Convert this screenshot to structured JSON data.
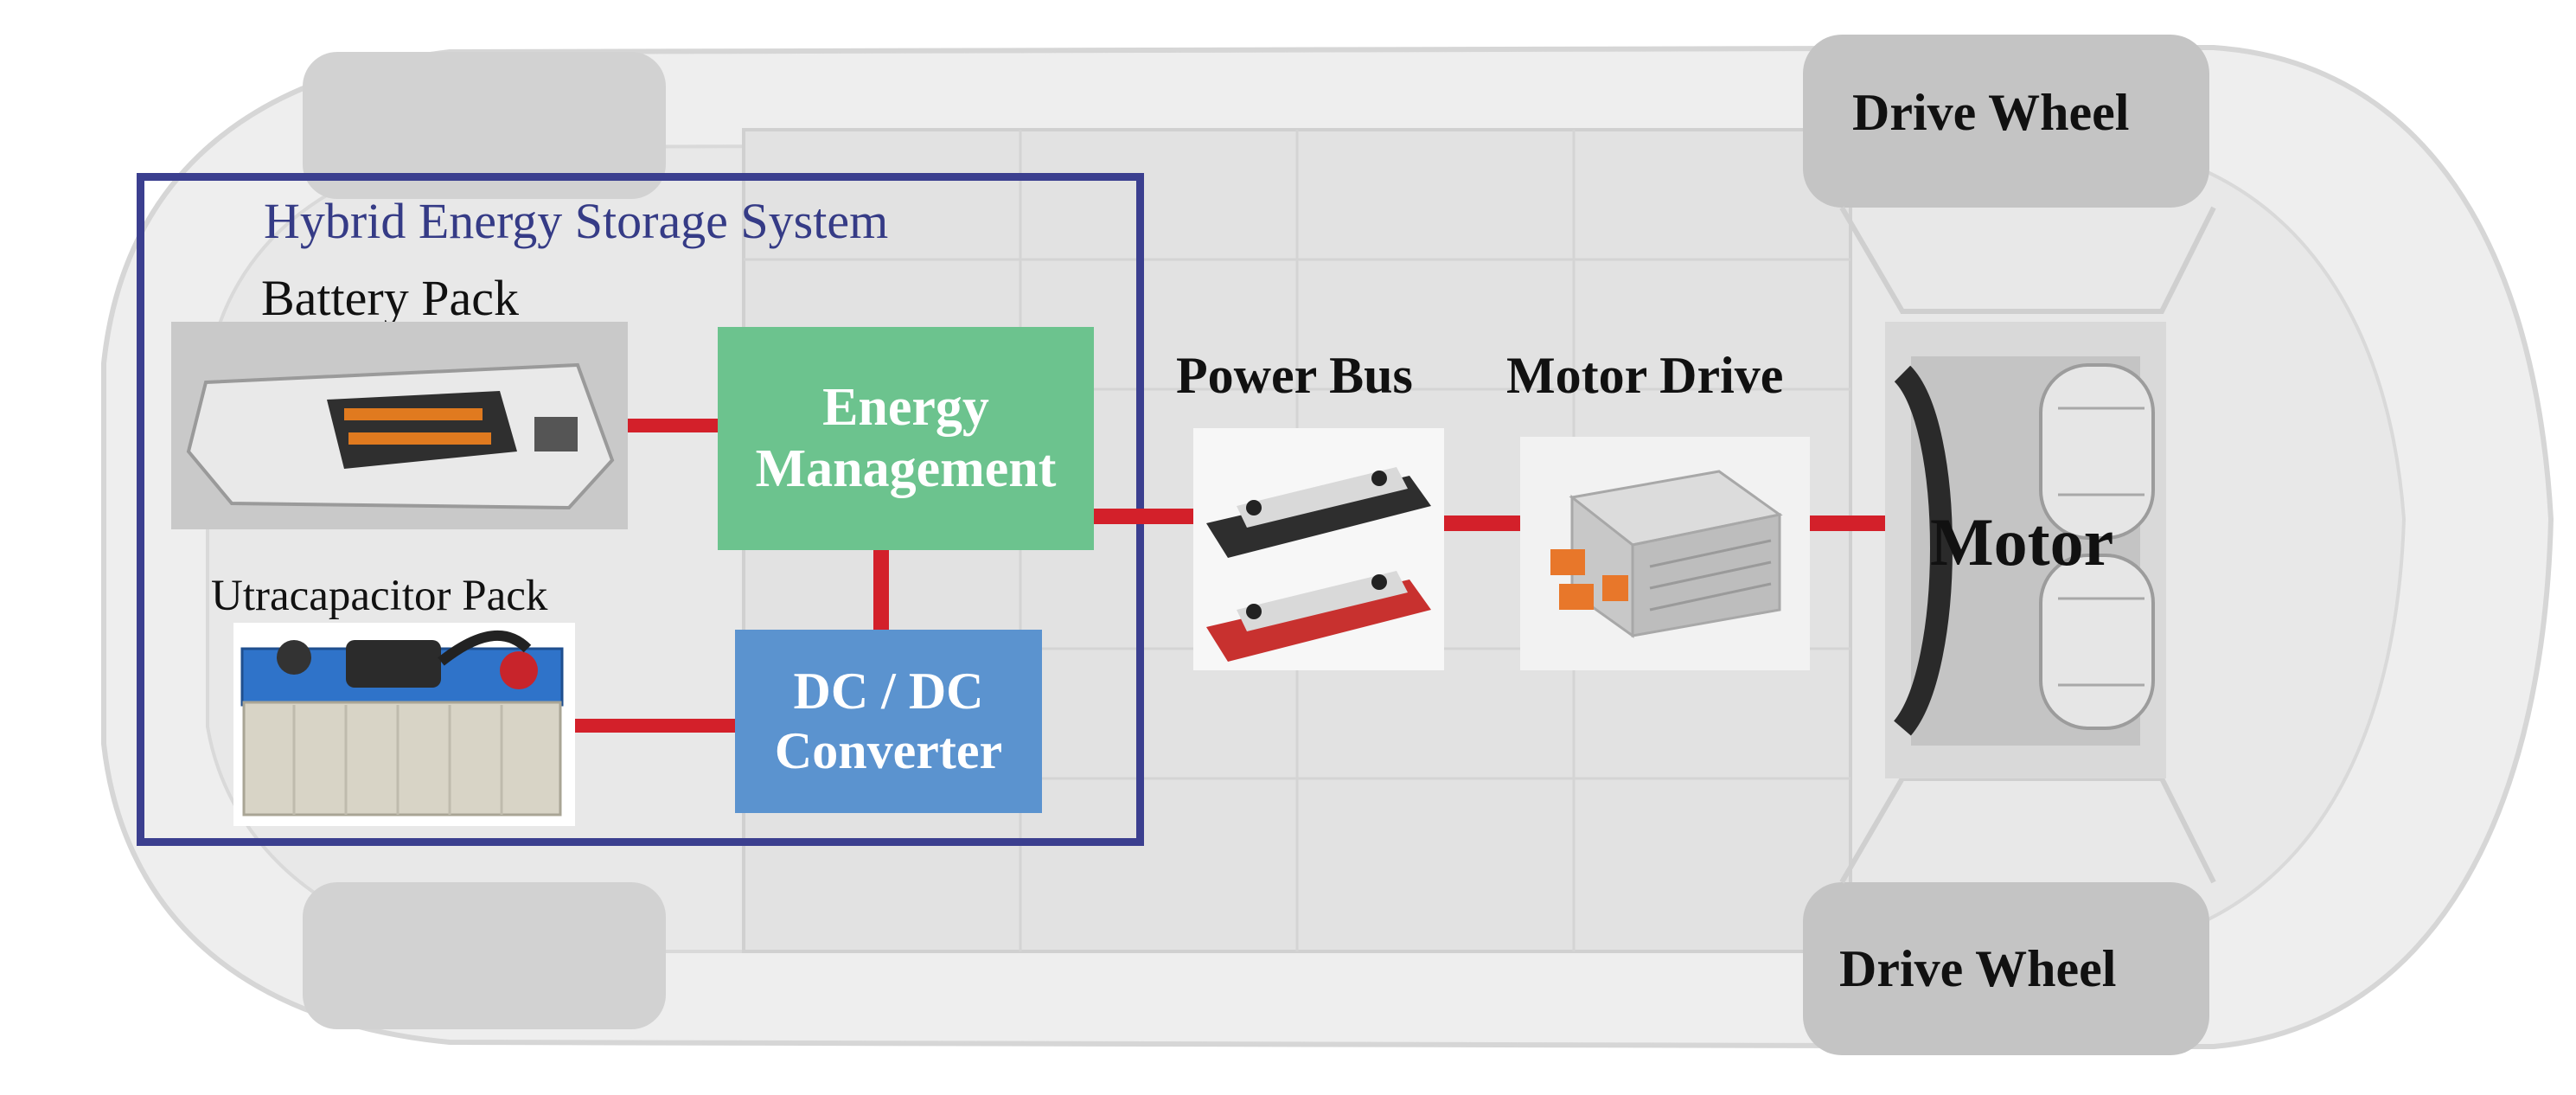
{
  "hess": {
    "title": "Hybrid Energy Storage System"
  },
  "components": {
    "battery_pack": "Battery Pack",
    "ultracapacitor_pack": "Utracapacitor Pack",
    "energy_management": [
      "Energy",
      "Management"
    ],
    "dcdc_converter": [
      "DC / DC",
      "Converter"
    ],
    "power_bus": "Power Bus",
    "motor_drive": "Motor Drive",
    "motor": "Motor",
    "drive_wheel_top": "Drive Wheel",
    "drive_wheel_bottom": "Drive Wheel"
  },
  "colors": {
    "hess_border": "#3b3f8f",
    "hess_title": "#353b86",
    "energy_management": "#6cc38e",
    "dcdc_converter": "#5b93cf",
    "connector": "#d3202a"
  }
}
